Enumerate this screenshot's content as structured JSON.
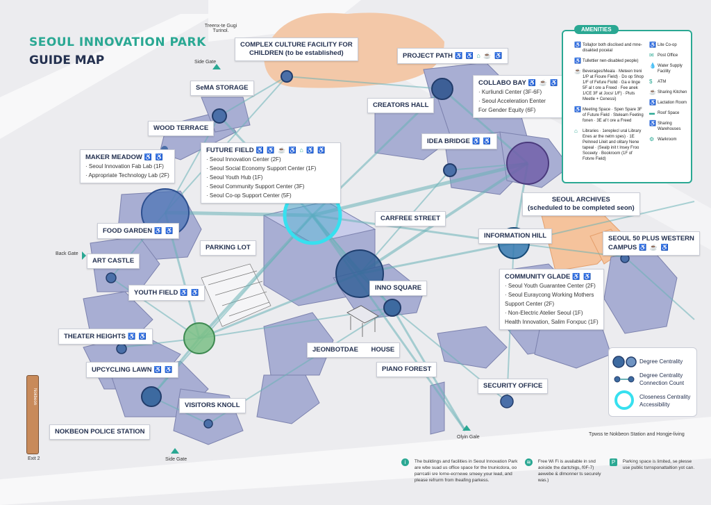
{
  "title": {
    "line1": "SEOUL INNOVATION PARK",
    "line2": "GUIDE MAP"
  },
  "gates": {
    "top": "Treenx-te Gugi Turinol.",
    "side_gate_top": "Side Gate",
    "back_gate": "Back Gate",
    "side_gate_bottom": "Side Gate",
    "main_gate": "Olyin Gale",
    "exit": "Exit 2",
    "station": "Tpwss te Nokbeon Station and Hongje-living",
    "pole": "Nokbeon"
  },
  "labels": {
    "complex": {
      "title1": "COMPLEX CULTURE FACILITY FOR",
      "title2": "CHILDREN (to be established)"
    },
    "project_path": {
      "title": "PROJECT PATH",
      "icons": "♿ ♿ ⌂ ☕ ♿"
    },
    "sema": {
      "title": "SeMA STORAGE"
    },
    "creators": {
      "title": "CREATORS HALL"
    },
    "collabo": {
      "title": "COLLABO BAY",
      "icons": "♿ ☕ ♿",
      "sub1": "· Kurliundi Center (3F-6F)",
      "sub2": "· Seoul Acceleration Eenter",
      "sub3": "For Gender Equity (6F)"
    },
    "wood": {
      "title": "WOOD TERRACE"
    },
    "idea": {
      "title": "IDEA BRIDGE",
      "icons": "♿ ♿"
    },
    "maker": {
      "title": "MAKER MEADOW",
      "icons": "♿ ♿",
      "sub1": "· Seoul Innovation Fab Lab (1F)",
      "sub2": "· Appropriate Technology Lab (2F)"
    },
    "future": {
      "title": "FUTURE FIELD",
      "icons": "♿ ♿ ☕ ♿ ⌂ ♿ ♿",
      "sub1": "· Seoul Innovation Center (2F)",
      "sub2": "· Seoul Social Economy Support Center (1F)",
      "sub3": "· Seoul Youth Hub (1F)",
      "sub4": "· Seoul Community Support Center (3F)",
      "sub5": "· Seoul Co-op Support Center (5F)"
    },
    "archives": {
      "title1": "SEOUL ARCHIVES",
      "title2": "(scheduled to be completed seon)"
    },
    "food": {
      "title": "FOOD GARDEN",
      "icons": "♿ ♿"
    },
    "carfree": {
      "title": "CARFREE STREET"
    },
    "info_hill": {
      "title": "INFORMATION HILL"
    },
    "seoul50": {
      "title1": "SEOUL 50 PLUS WESTERN",
      "title2": "CAMPUS",
      "icons": "♿ ☕ ♿"
    },
    "parking": {
      "title": "PARKING LOT"
    },
    "art": {
      "title": "ART CASTLE"
    },
    "community": {
      "title": "COMMUNITY GLADE",
      "icons": "♿ ♿",
      "sub1": "· Seoul Youth Guarantee Center (2F)",
      "sub2": "· Seoul Euraycong Working Mothers",
      "sub3": "Support Center (2F)",
      "sub4": "· Non-Electric Atelier Seoul (1F)",
      "sub5": "Health Innovation, Salim Forxpuc (1F)"
    },
    "youth": {
      "title": "YOUTH FIELD",
      "icons": "♿ ♿"
    },
    "inno": {
      "title": "INNO SQUARE"
    },
    "theater": {
      "title": "THEATER HEIGHTS",
      "icons": "♿ ♿"
    },
    "jeonbotdae": {
      "title": "JEONBOTDAE",
      "title_b": "HOUSE"
    },
    "upcycling": {
      "title": "UPCYCLING LAWN",
      "icons": "♿ ♿"
    },
    "piano": {
      "title": "PIANO FOREST"
    },
    "security": {
      "title": "SECURITY OFFICE"
    },
    "visitors": {
      "title": "VISITORS KNOLL"
    },
    "nokbeon": {
      "title": "NOKBEON POLICE STATION"
    }
  },
  "amenities": {
    "header": "AMENITIES",
    "left": [
      {
        "icon": "♿",
        "text": "Tollajtor both disclised and mne-disakted poceial"
      },
      {
        "icon": "♿",
        "text": "Tullettier nen-disabled people)"
      },
      {
        "icon": "☕",
        "text": "Beverages/Meala · Meteen treni 1/P at Fioure Field) · Do op Shop 1/F of Fefure Fiolld · Ga e linge 5F al t ore a Freed · Fee anek 1/CE 3F at Jocs/ 1/F) · Pluts Meetle + Cenessi)"
      },
      {
        "icon": "♿",
        "text": "Meeting Space · Spen Spare 3F of Future Field · Steleam Feeting fonen · 3E af t ore a Freed"
      },
      {
        "icon": "⌂",
        "text": "Libraries · 1ereplecl ural Library Enes ar the netm spes) · 1E Pelnned Lileit and olitary Nene tapeal · (Sealp init t lnsey Froo Soceety · Bookroom (1F of Fotvre Field)"
      }
    ],
    "right": [
      {
        "icon": "♿",
        "text": "Lite Co-op"
      },
      {
        "icon": "✉",
        "text": "Post Office"
      },
      {
        "icon": "💧",
        "text": "Water Supply Facility"
      },
      {
        "icon": "$",
        "text": "ATM"
      },
      {
        "icon": "☕",
        "text": "Sharing Kitchen"
      },
      {
        "icon": "♿",
        "text": "Lactation Room"
      },
      {
        "icon": "▬",
        "text": "Roof Space"
      },
      {
        "icon": "♿",
        "text": "Sharing Warehouses"
      },
      {
        "icon": "⚙",
        "text": "Warkroom"
      }
    ]
  },
  "legend": {
    "degree": "Degree Centrality",
    "connection_title": "Degree Centrality",
    "connection_sub": "Connection Count",
    "closeness_title": "Closeness Centrality",
    "closeness_sub": "Accessibility"
  },
  "footer": {
    "f1": {
      "icon": "i",
      "l1": "The buildings and facilities in Seoul Innovation Park",
      "l2": "are wbe suad us office space for the tnunicdora, oo",
      "l3": "parrcatii sre lorne-ecrnewe smeey your lead, and",
      "l4": "please refrurm from lheafing parkess."
    },
    "f2": {
      "icon": "≋",
      "l1": "Free Wi Fi is available in snd",
      "l2": "aoiside the dartchigs, f0F-7)",
      "l3": "aewebe & dlmonner ts securely was.)"
    },
    "f3": {
      "icon": "P",
      "l1": "Parking space is limited, se plesse",
      "l2": "use public tsrnsponattaltion yot can."
    }
  }
}
